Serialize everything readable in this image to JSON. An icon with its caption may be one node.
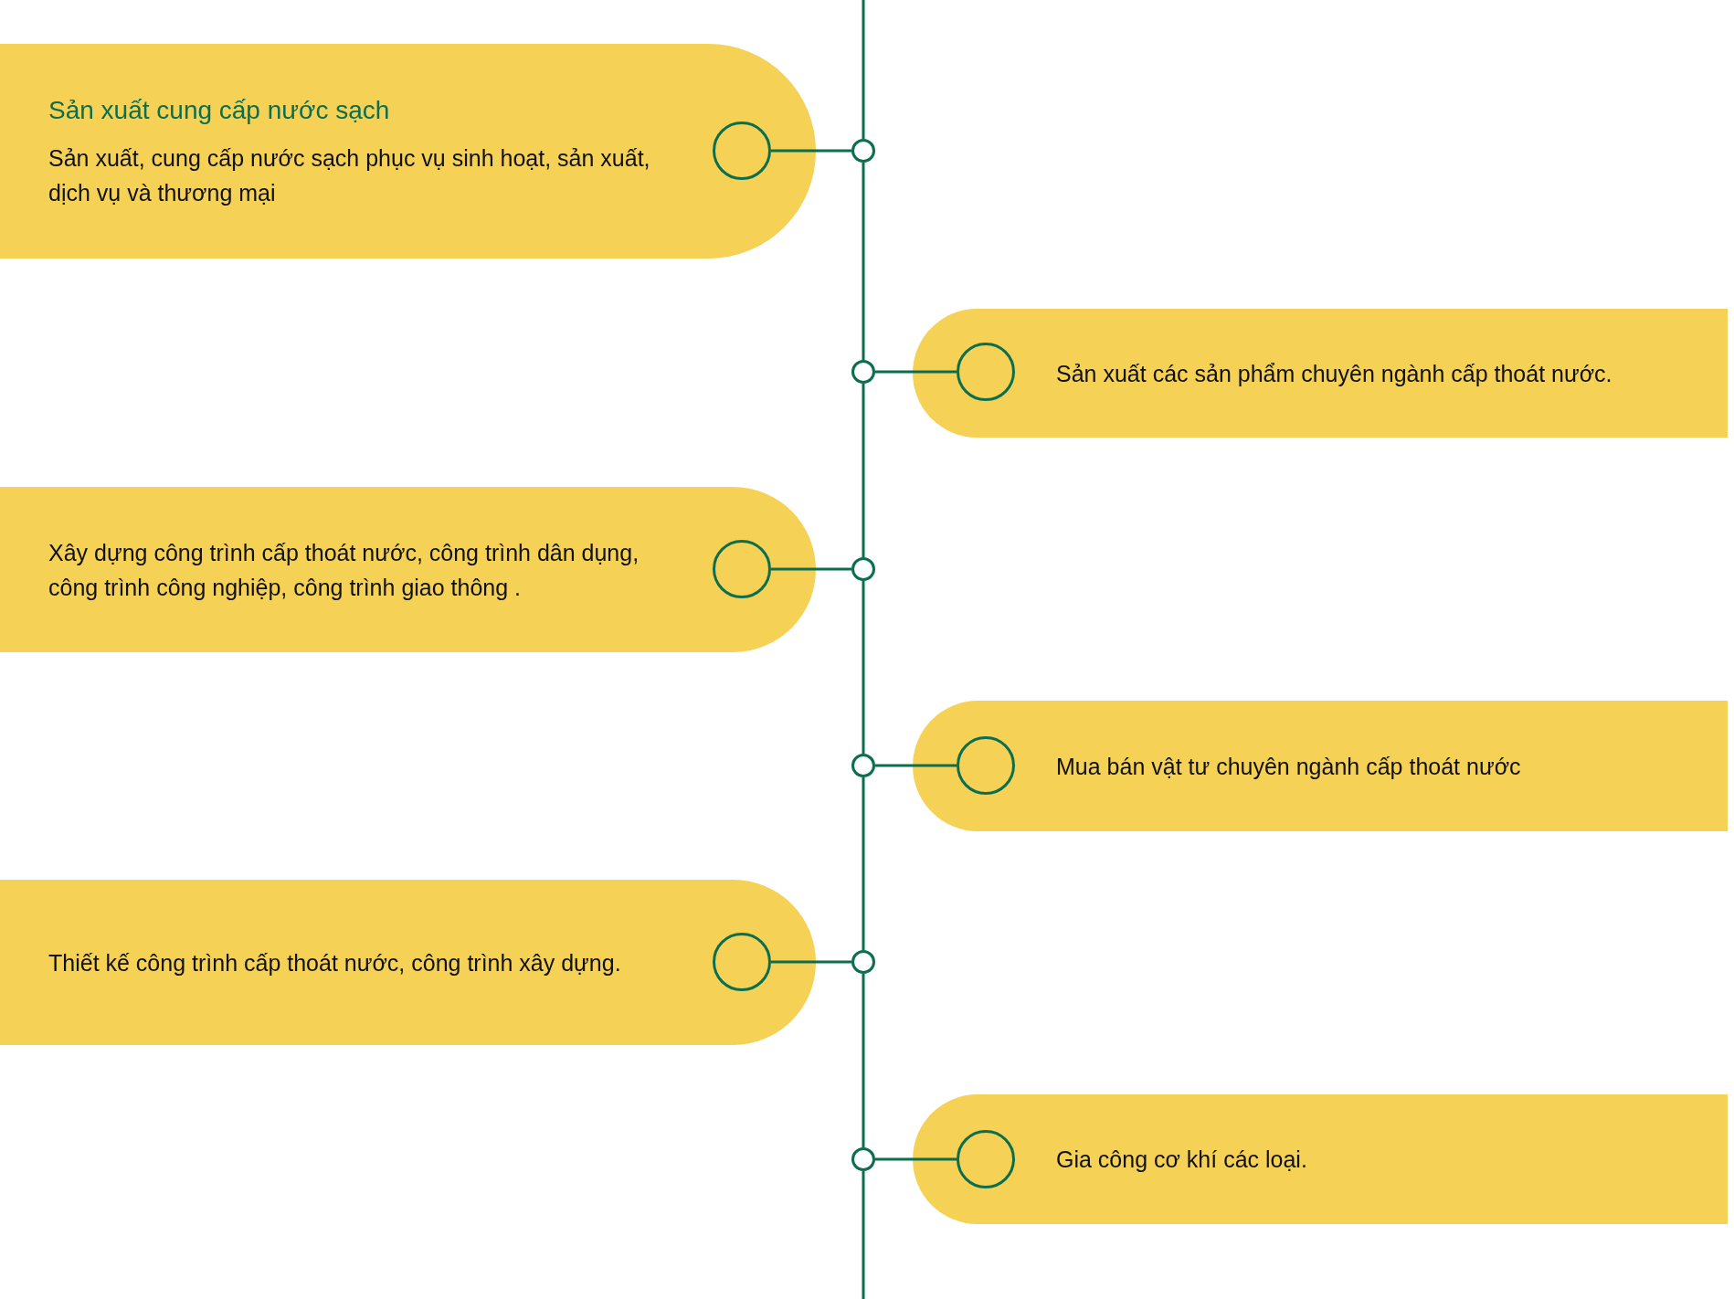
{
  "diagram": {
    "nodes": [
      {
        "text": [
          "Sản xuất cung cấp nước sạch",
          "Sản xuất, cung cấp nước sạch phục vụ sinh hoạt, sản xuất, dịch vụ và thương mại"
        ]
      },
      {
        "text": [],
        "shape": "circle",
        "in": 0
      },
      {
        "text": [],
        "shape": "circle"
      },
      {
        "text": [
          "Sản xuất các sản phẩm chuyên ngành cấp thoát nước."
        ]
      },
      {
        "text": [],
        "shape": "circle",
        "in": 3
      },
      {
        "text": [],
        "shape": "circle"
      },
      {
        "text": [
          "Xây dựng công trình cấp thoát nước, công trình dân dụng, công trình công nghiệp, công trình giao thông ."
        ]
      },
      {
        "text": [],
        "shape": "circle",
        "in": 6
      },
      {
        "text": [],
        "shape": "circle"
      },
      {
        "text": [
          "Mua bán vật tư chuyên ngành cấp thoát nước"
        ]
      },
      {
        "text": [],
        "shape": "circle",
        "in": 9
      },
      {
        "text": [],
        "shape": "circle"
      },
      {
        "text": [
          "Thiết kế công trình cấp thoát nước, công trình xây dựng."
        ]
      },
      {
        "text": [],
        "shape": "circle",
        "in": 12
      },
      {
        "text": [],
        "shape": "circle"
      },
      {
        "text": [
          "Gia công cơ khí các loại."
        ]
      },
      {
        "text": [],
        "shape": "circle",
        "in": 15
      },
      {
        "text": [],
        "shape": "circle"
      }
    ],
    "edges": [
      {
        "from": 2,
        "to": 1,
        "arrow": "none"
      },
      {
        "from": 5,
        "to": 4,
        "arrow": "none"
      },
      {
        "from": 8,
        "to": 7,
        "arrow": "none"
      },
      {
        "from": 11,
        "to": 10,
        "arrow": "none"
      },
      {
        "from": 14,
        "to": 13,
        "arrow": "none"
      },
      {
        "from": 17,
        "to": 16,
        "arrow": "none"
      },
      {
        "from": 2,
        "to": 5,
        "arrow": "none"
      },
      {
        "from": 5,
        "to": 8,
        "arrow": "none"
      },
      {
        "from": 8,
        "to": 11,
        "arrow": "none"
      },
      {
        "from": 11,
        "to": 14,
        "arrow": "none"
      },
      {
        "from": 14,
        "to": 17,
        "arrow": "none"
      }
    ]
  }
}
